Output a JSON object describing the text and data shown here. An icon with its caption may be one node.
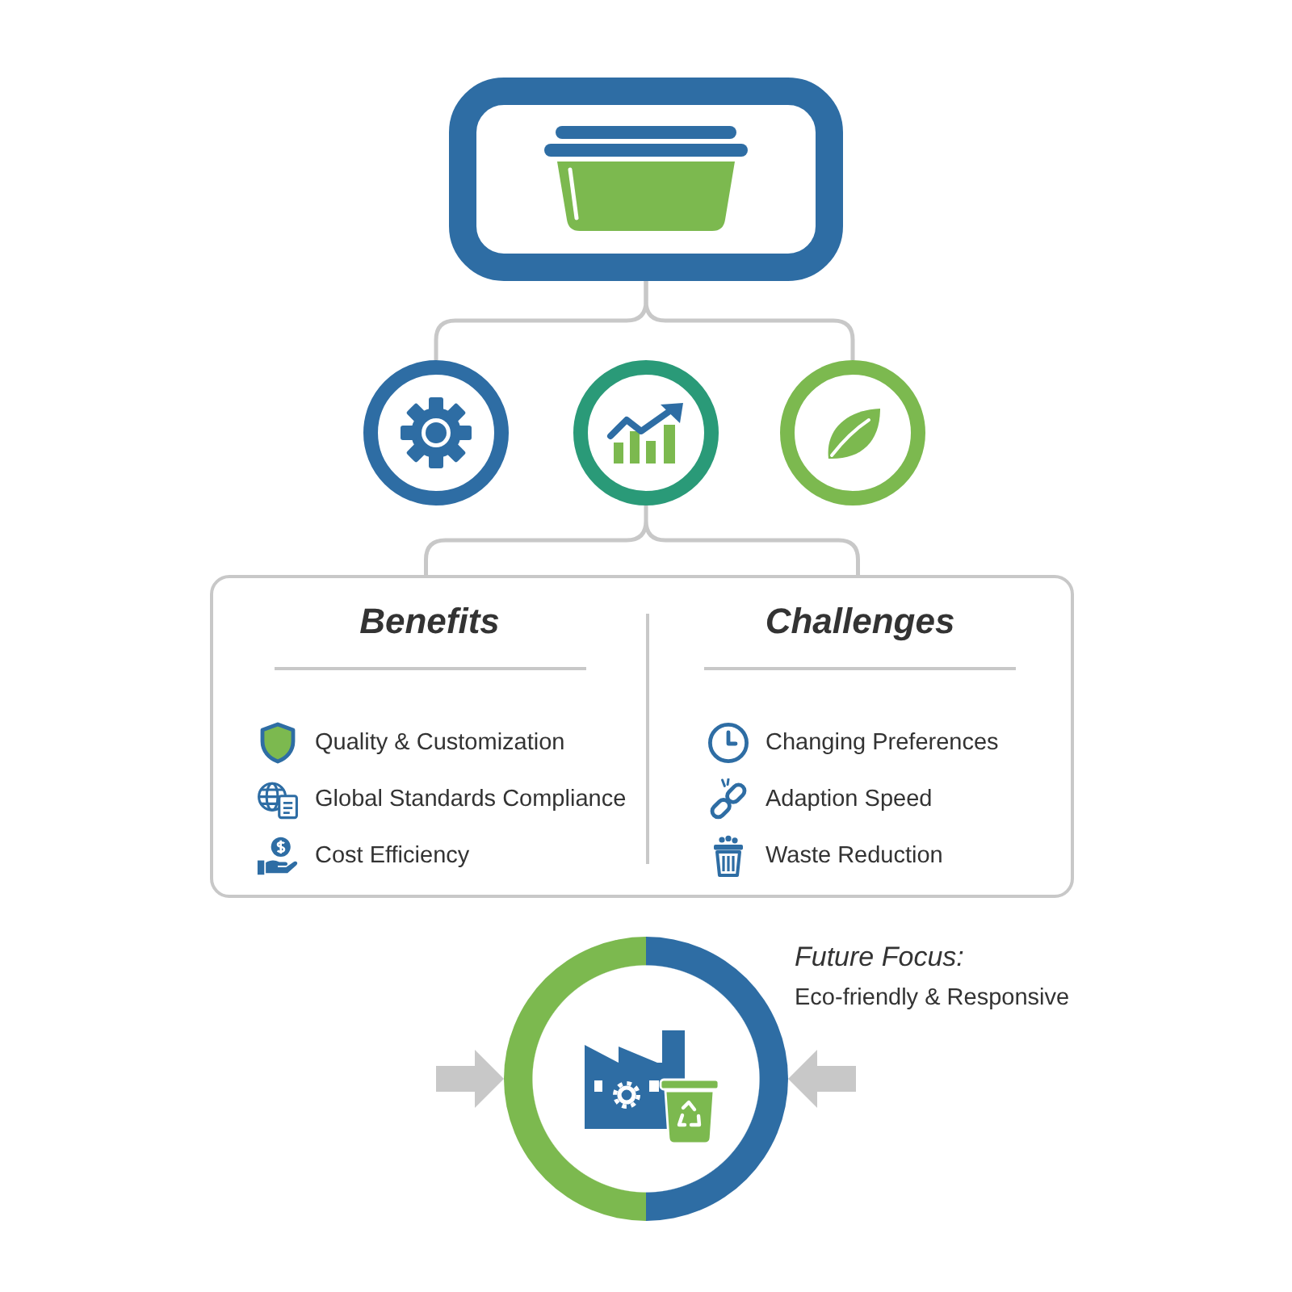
{
  "diagram": {
    "nodes": [
      {
        "text": [],
        "shape": "box"
      },
      {
        "text": [],
        "shape": "circle"
      },
      {
        "text": [],
        "shape": "circle"
      },
      {
        "text": [],
        "shape": "circle"
      },
      {
        "text": [
          "Benefits",
          "Quality & Customization",
          "Global Standards Compliance",
          "Cost Efficiency",
          "Challenges",
          "Changing Preferences",
          "Adaption Speed",
          "Waste Reduction"
        ]
      },
      {
        "text": [],
        "shape": "circle",
        "beside": [
          "Future Focus:",
          "Eco-friendly & Responsive"
        ]
      }
    ],
    "edges": [
      {
        "from": 0,
        "to": 1,
        "arrow": "none"
      },
      {
        "from": 0,
        "to": 3,
        "arrow": "none"
      },
      {
        "from": 2,
        "to": 4,
        "arrow": "none"
      },
      {
        "from": null,
        "to": 5,
        "arrow": "to",
        "style": "thick"
      },
      {
        "from": null,
        "to": 5,
        "arrow": "to",
        "style": "thick"
      }
    ]
  }
}
